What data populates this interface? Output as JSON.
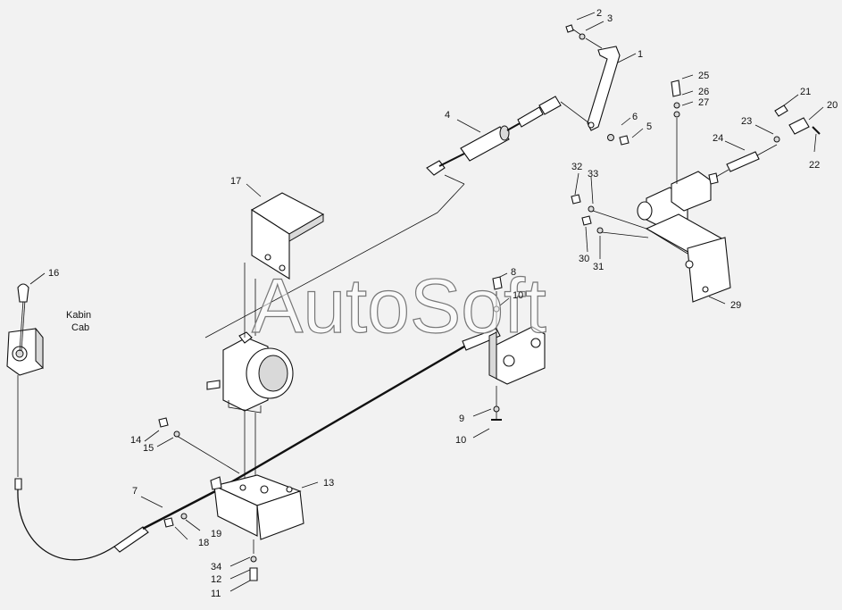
{
  "watermark": "AutoSoft",
  "cab_label": {
    "line1": "Kabin",
    "line2": "Cab"
  },
  "callouts": [
    {
      "id": "1",
      "label": "1"
    },
    {
      "id": "2",
      "label": "2"
    },
    {
      "id": "3",
      "label": "3"
    },
    {
      "id": "4",
      "label": "4"
    },
    {
      "id": "5",
      "label": "5"
    },
    {
      "id": "6",
      "label": "6"
    },
    {
      "id": "7",
      "label": "7"
    },
    {
      "id": "8",
      "label": "8"
    },
    {
      "id": "9",
      "label": "9"
    },
    {
      "id": "10a",
      "label": "10"
    },
    {
      "id": "10b",
      "label": "10"
    },
    {
      "id": "11",
      "label": "11"
    },
    {
      "id": "12",
      "label": "12"
    },
    {
      "id": "13",
      "label": "13"
    },
    {
      "id": "14",
      "label": "14"
    },
    {
      "id": "15",
      "label": "15"
    },
    {
      "id": "16",
      "label": "16"
    },
    {
      "id": "17",
      "label": "17"
    },
    {
      "id": "18",
      "label": "18"
    },
    {
      "id": "19",
      "label": "19"
    },
    {
      "id": "20",
      "label": "20"
    },
    {
      "id": "21",
      "label": "21"
    },
    {
      "id": "22",
      "label": "22"
    },
    {
      "id": "23",
      "label": "23"
    },
    {
      "id": "24",
      "label": "24"
    },
    {
      "id": "25",
      "label": "25"
    },
    {
      "id": "26",
      "label": "26"
    },
    {
      "id": "27",
      "label": "27"
    },
    {
      "id": "29",
      "label": "29"
    },
    {
      "id": "30",
      "label": "30"
    },
    {
      "id": "31",
      "label": "31"
    },
    {
      "id": "32",
      "label": "32"
    },
    {
      "id": "33",
      "label": "33"
    },
    {
      "id": "34",
      "label": "34"
    }
  ]
}
